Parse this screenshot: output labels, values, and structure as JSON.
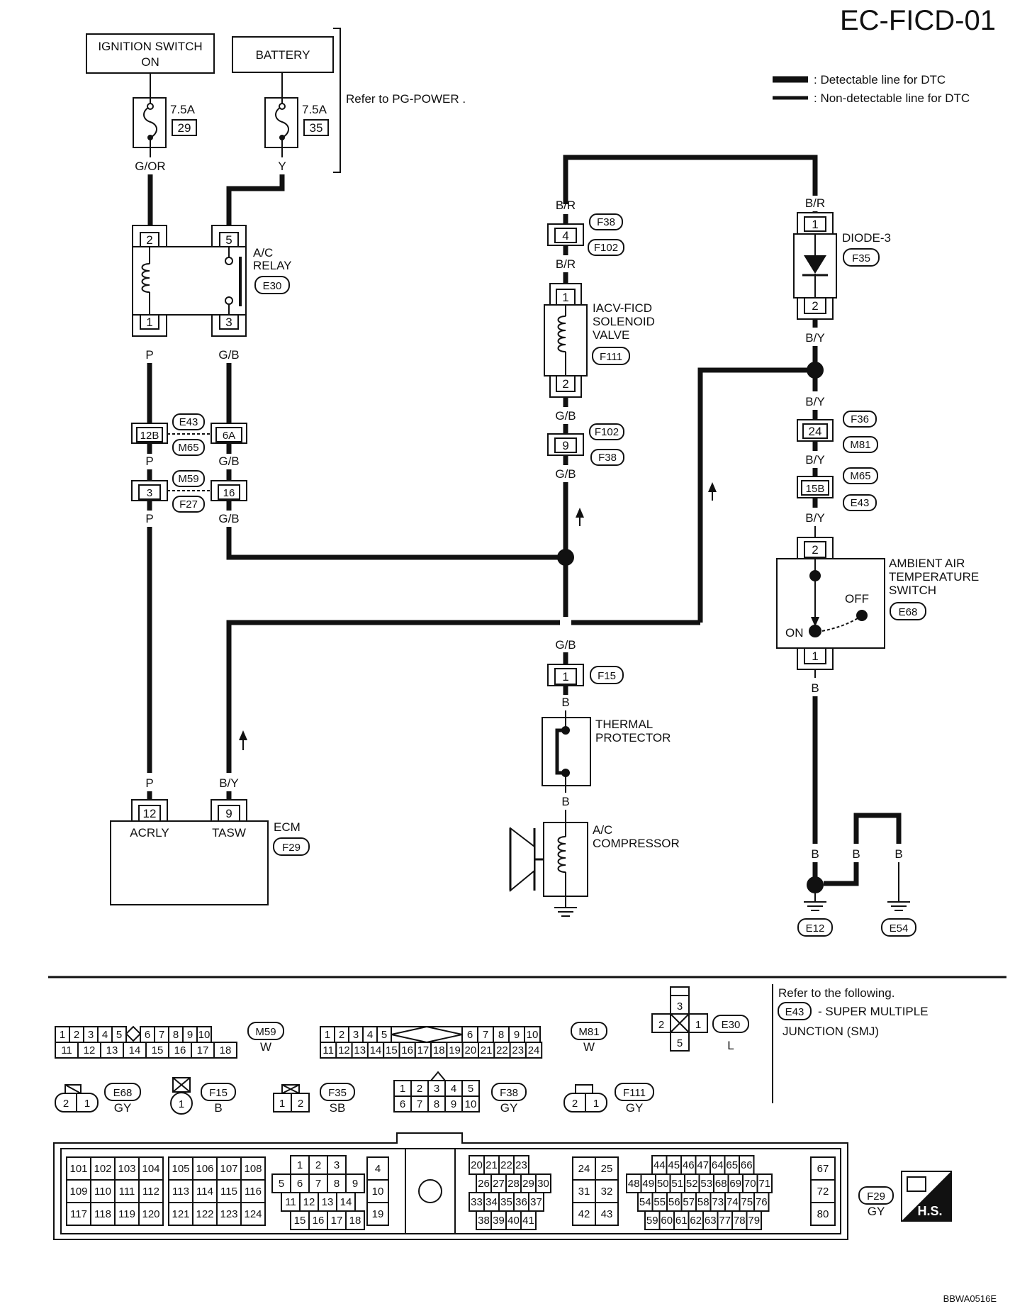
{
  "title": "EC-FICD-01",
  "legend": {
    "detectable": ": Detectable line for DTC",
    "non_detectable": ": Non-detectable line for DTC"
  },
  "power": {
    "ign_line1": "IGNITION SWITCH",
    "ign_line2": "ON",
    "battery": "BATTERY",
    "fuse_amp": "7.5A",
    "fuse_ign": "29",
    "fuse_batt": "35",
    "refer": "Refer to  PG-POWER ."
  },
  "wires": {
    "g_or": "G/OR",
    "y": "Y",
    "p": "P",
    "g_b": "G/B",
    "b_r": "B/R",
    "b_y": "B/Y",
    "b": "B"
  },
  "relay": {
    "name_1": "A/C",
    "name_2": "RELAY",
    "conn": "E30",
    "pin2": "2",
    "pin5": "5",
    "pin1": "1",
    "pin3": "3"
  },
  "jc": {
    "e43": "E43",
    "m65": "M65",
    "m59": "M59",
    "f27": "F27",
    "p12b": "12B",
    "p6a": "6A",
    "p3": "3",
    "p16": "16"
  },
  "ecm": {
    "name": "ECM",
    "conn": "F29",
    "pin12": "12",
    "pin9": "9",
    "acrly": "ACRLY",
    "tasw": "TASW"
  },
  "iacv": {
    "f38": "F38",
    "f102": "F102",
    "pin4": "4",
    "name_1": "IACV-FICD",
    "name_2": "SOLENOID",
    "name_3": "VALVE",
    "conn": "F111",
    "pin1": "1",
    "pin2": "2",
    "pin9": "9"
  },
  "comp": {
    "f15": "F15",
    "pin1": "1",
    "tp_1": "THERMAL",
    "tp_2": "PROTECTOR",
    "ac_1": "A/C",
    "ac_2": "COMPRESSOR"
  },
  "diode": {
    "name": "DIODE-3",
    "conn": "F35",
    "pin1": "1",
    "pin2": "2"
  },
  "amb": {
    "f36": "F36",
    "m81": "M81",
    "m65": "M65",
    "e43": "E43",
    "pin24": "24",
    "pin15b": "15B",
    "pin2": "2",
    "pin1": "1",
    "name_1": "AMBIENT AIR",
    "name_2": "TEMPERATURE",
    "name_3": "SWITCH",
    "conn": "E68",
    "off": "OFF",
    "on": "ON"
  },
  "grounds": {
    "e12": "E12",
    "e54": "E54"
  },
  "refer_box": {
    "line1": "Refer to the following.",
    "conn": "E43",
    "line2": "- SUPER MULTIPLE",
    "line3": "JUNCTION (SMJ)"
  },
  "connectors": {
    "m59": {
      "id": "M59",
      "color": "W",
      "top": [
        "1",
        "2",
        "3",
        "4",
        "5",
        "",
        "6",
        "7",
        "8",
        "9",
        "10"
      ],
      "bottom": [
        "11",
        "12",
        "13",
        "14",
        "15",
        "16",
        "17",
        "18"
      ]
    },
    "m81": {
      "id": "M81",
      "color": "W",
      "top": [
        "1",
        "2",
        "3",
        "4",
        "5",
        "6",
        "7",
        "8",
        "9",
        "10"
      ],
      "bottom": [
        "11",
        "12",
        "13",
        "14",
        "15",
        "16",
        "17",
        "18",
        "19",
        "20",
        "21",
        "22",
        "23",
        "24"
      ]
    },
    "e30": {
      "id": "E30",
      "color": "L",
      "pins": [
        "3",
        "2",
        "1",
        "5"
      ]
    },
    "e68": {
      "id": "E68",
      "color": "GY",
      "pins": [
        "2",
        "1"
      ]
    },
    "f15": {
      "id": "F15",
      "color": "B",
      "pins": [
        "1"
      ]
    },
    "f35": {
      "id": "F35",
      "color": "SB",
      "pins": [
        "1",
        "2"
      ]
    },
    "f38": {
      "id": "F38",
      "color": "GY",
      "top": [
        "1",
        "2",
        "3",
        "4",
        "5"
      ],
      "bottom": [
        "6",
        "7",
        "8",
        "9",
        "10"
      ]
    },
    "f111": {
      "id": "F111",
      "color": "GY",
      "pins": [
        "2",
        "1"
      ]
    },
    "f29": {
      "id": "F29",
      "color": "GY"
    }
  },
  "ecm_conn": {
    "g1": [
      [
        "101",
        "102",
        "103",
        "104"
      ],
      [
        "109",
        "110",
        "111",
        "112"
      ],
      [
        "117",
        "118",
        "119",
        "120"
      ]
    ],
    "g2": [
      [
        "105",
        "106",
        "107",
        "108"
      ],
      [
        "113",
        "114",
        "115",
        "116"
      ],
      [
        "121",
        "122",
        "123",
        "124"
      ]
    ],
    "g3": [
      [
        "1",
        "2",
        "3"
      ],
      [
        "5",
        "6",
        "7",
        "8",
        "9"
      ],
      [
        "11",
        "12",
        "13",
        "14"
      ],
      [
        "15",
        "16",
        "17",
        "18"
      ]
    ],
    "g4": [
      [
        "4"
      ],
      [
        "10"
      ],
      [
        "19"
      ]
    ],
    "g5": [
      [
        "20",
        "21",
        "22",
        "23"
      ],
      [
        "26",
        "27",
        "28",
        "29",
        "30"
      ],
      [
        "33",
        "34",
        "35",
        "36",
        "37"
      ],
      [
        "38",
        "39",
        "40",
        "41"
      ]
    ],
    "g6": [
      [
        "24",
        "25"
      ],
      [
        "31",
        "32"
      ],
      [
        "42",
        "43"
      ]
    ],
    "g7": [
      [
        "44",
        "45",
        "46",
        "47",
        "64",
        "65",
        "66"
      ],
      [
        "48",
        "49",
        "50",
        "51",
        "52",
        "53",
        "68",
        "69",
        "70",
        "71"
      ],
      [
        "54",
        "55",
        "56",
        "57",
        "58",
        "73",
        "74",
        "75",
        "76"
      ],
      [
        "59",
        "60",
        "61",
        "62",
        "63",
        "77",
        "78",
        "79"
      ]
    ],
    "g8": [
      [
        "67"
      ],
      [
        "72"
      ],
      [
        "80"
      ]
    ]
  },
  "hs": "H.S.",
  "code": "BBWA0516E"
}
